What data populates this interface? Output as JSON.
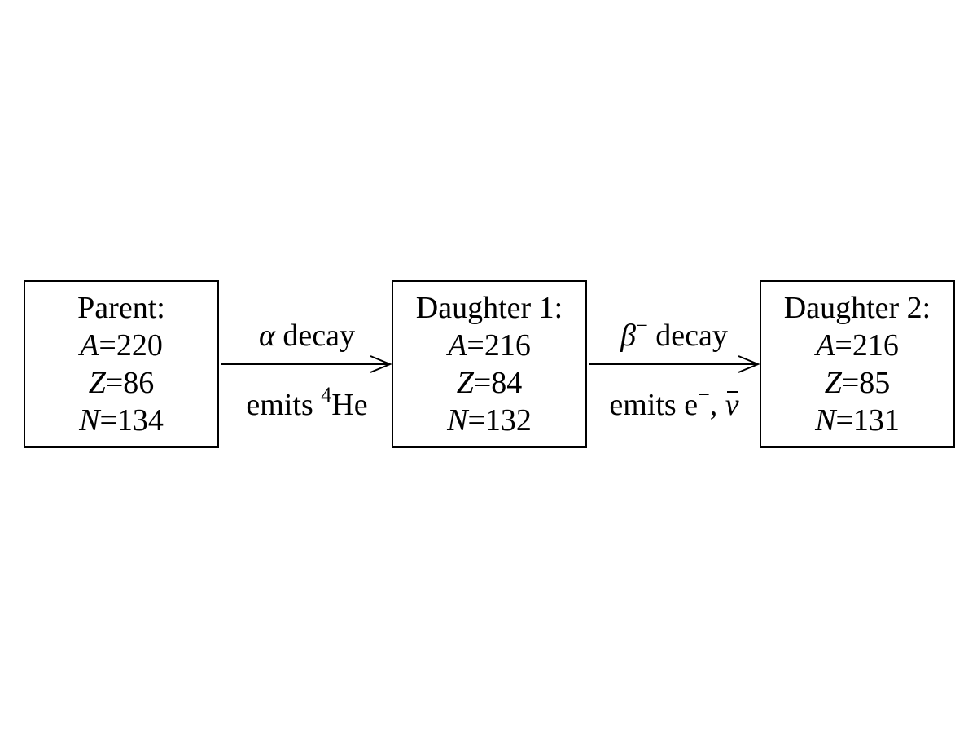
{
  "nodes": [
    {
      "title": "Parent:",
      "A_label": "A",
      "A_value": "=220",
      "Z_label": "Z",
      "Z_value": "=86",
      "N_label": "N",
      "N_value": "=134"
    },
    {
      "title": "Daughter 1:",
      "A_label": "A",
      "A_value": "=216",
      "Z_label": "Z",
      "Z_value": "=84",
      "N_label": "N",
      "N_value": "=132"
    },
    {
      "title": "Daughter 2:",
      "A_label": "A",
      "A_value": "=216",
      "Z_label": "Z",
      "Z_value": "=85",
      "N_label": "N",
      "N_value": "=131"
    }
  ],
  "transitions": [
    {
      "symbol": "α",
      "symbol_sup": "",
      "label": " decay",
      "emits_prefix": "emits ",
      "emits_sup": "4",
      "emits_main": "He",
      "emits_extra": ""
    },
    {
      "symbol": "β",
      "symbol_sup": "−",
      "label": " decay",
      "emits_prefix": "emits e",
      "emits_sup": "−",
      "emits_main": ", ",
      "emits_extra": "ν"
    }
  ]
}
